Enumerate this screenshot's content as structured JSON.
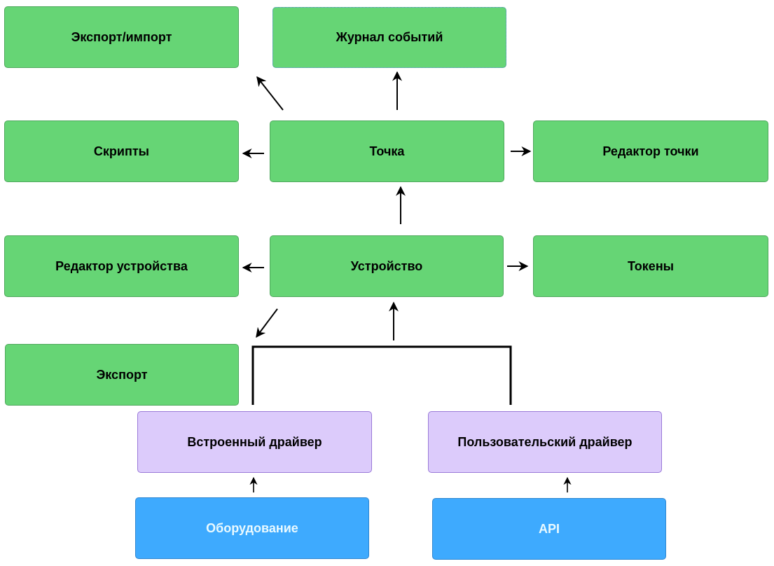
{
  "diagram": {
    "nodes": {
      "export_import": {
        "label": "Экспорт/импорт",
        "color": "#66d575"
      },
      "event_log": {
        "label": "Журнал событий",
        "color": "#66d575"
      },
      "scripts": {
        "label": "Скрипты",
        "color": "#66d575"
      },
      "point": {
        "label": "Точка",
        "color": "#66d575"
      },
      "point_editor": {
        "label": "Редактор точки",
        "color": "#66d575"
      },
      "device_editor": {
        "label": "Редактор устройства",
        "color": "#66d575"
      },
      "device": {
        "label": "Устройство",
        "color": "#66d575"
      },
      "tokens": {
        "label": "Токены",
        "color": "#66d575"
      },
      "export": {
        "label": "Экспорт",
        "color": "#66d575"
      },
      "builtin_driver": {
        "label": "Встроенный драйвер",
        "color": "#dccbfb"
      },
      "custom_driver": {
        "label": "Пользовательский драйвер",
        "color": "#dccbfb"
      },
      "hardware": {
        "label": "Оборудование",
        "color": "#3eaafe"
      },
      "api": {
        "label": "API",
        "color": "#3eaafe"
      }
    },
    "edges": [
      {
        "from": "point",
        "to": "export_import"
      },
      {
        "from": "point",
        "to": "event_log"
      },
      {
        "from": "point",
        "to": "scripts"
      },
      {
        "from": "point",
        "to": "point_editor"
      },
      {
        "from": "device",
        "to": "point"
      },
      {
        "from": "device",
        "to": "device_editor"
      },
      {
        "from": "device",
        "to": "tokens"
      },
      {
        "from": "device",
        "to": "export"
      },
      {
        "from": "builtin_driver",
        "to": "device"
      },
      {
        "from": "custom_driver",
        "to": "device"
      },
      {
        "from": "hardware",
        "to": "builtin_driver"
      },
      {
        "from": "api",
        "to": "custom_driver"
      }
    ]
  }
}
